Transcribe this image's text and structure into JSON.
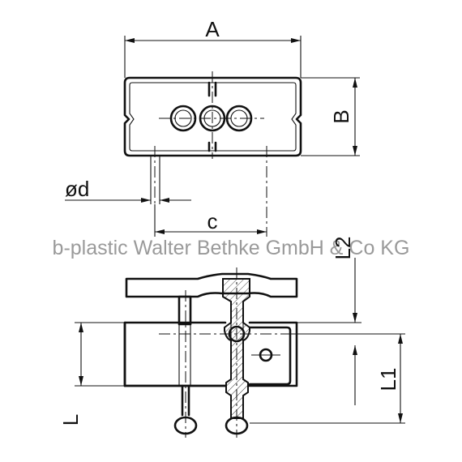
{
  "labels": {
    "A": "A",
    "B": "B",
    "d": "ød",
    "c": "c",
    "L2": "L2",
    "L1": "L1",
    "L": "L"
  },
  "watermark": "b-plastic Walter Bethke GmbH & Co KG",
  "colors": {
    "line": "#111111",
    "watermark": "#9a9a9a",
    "background": "#ffffff"
  }
}
